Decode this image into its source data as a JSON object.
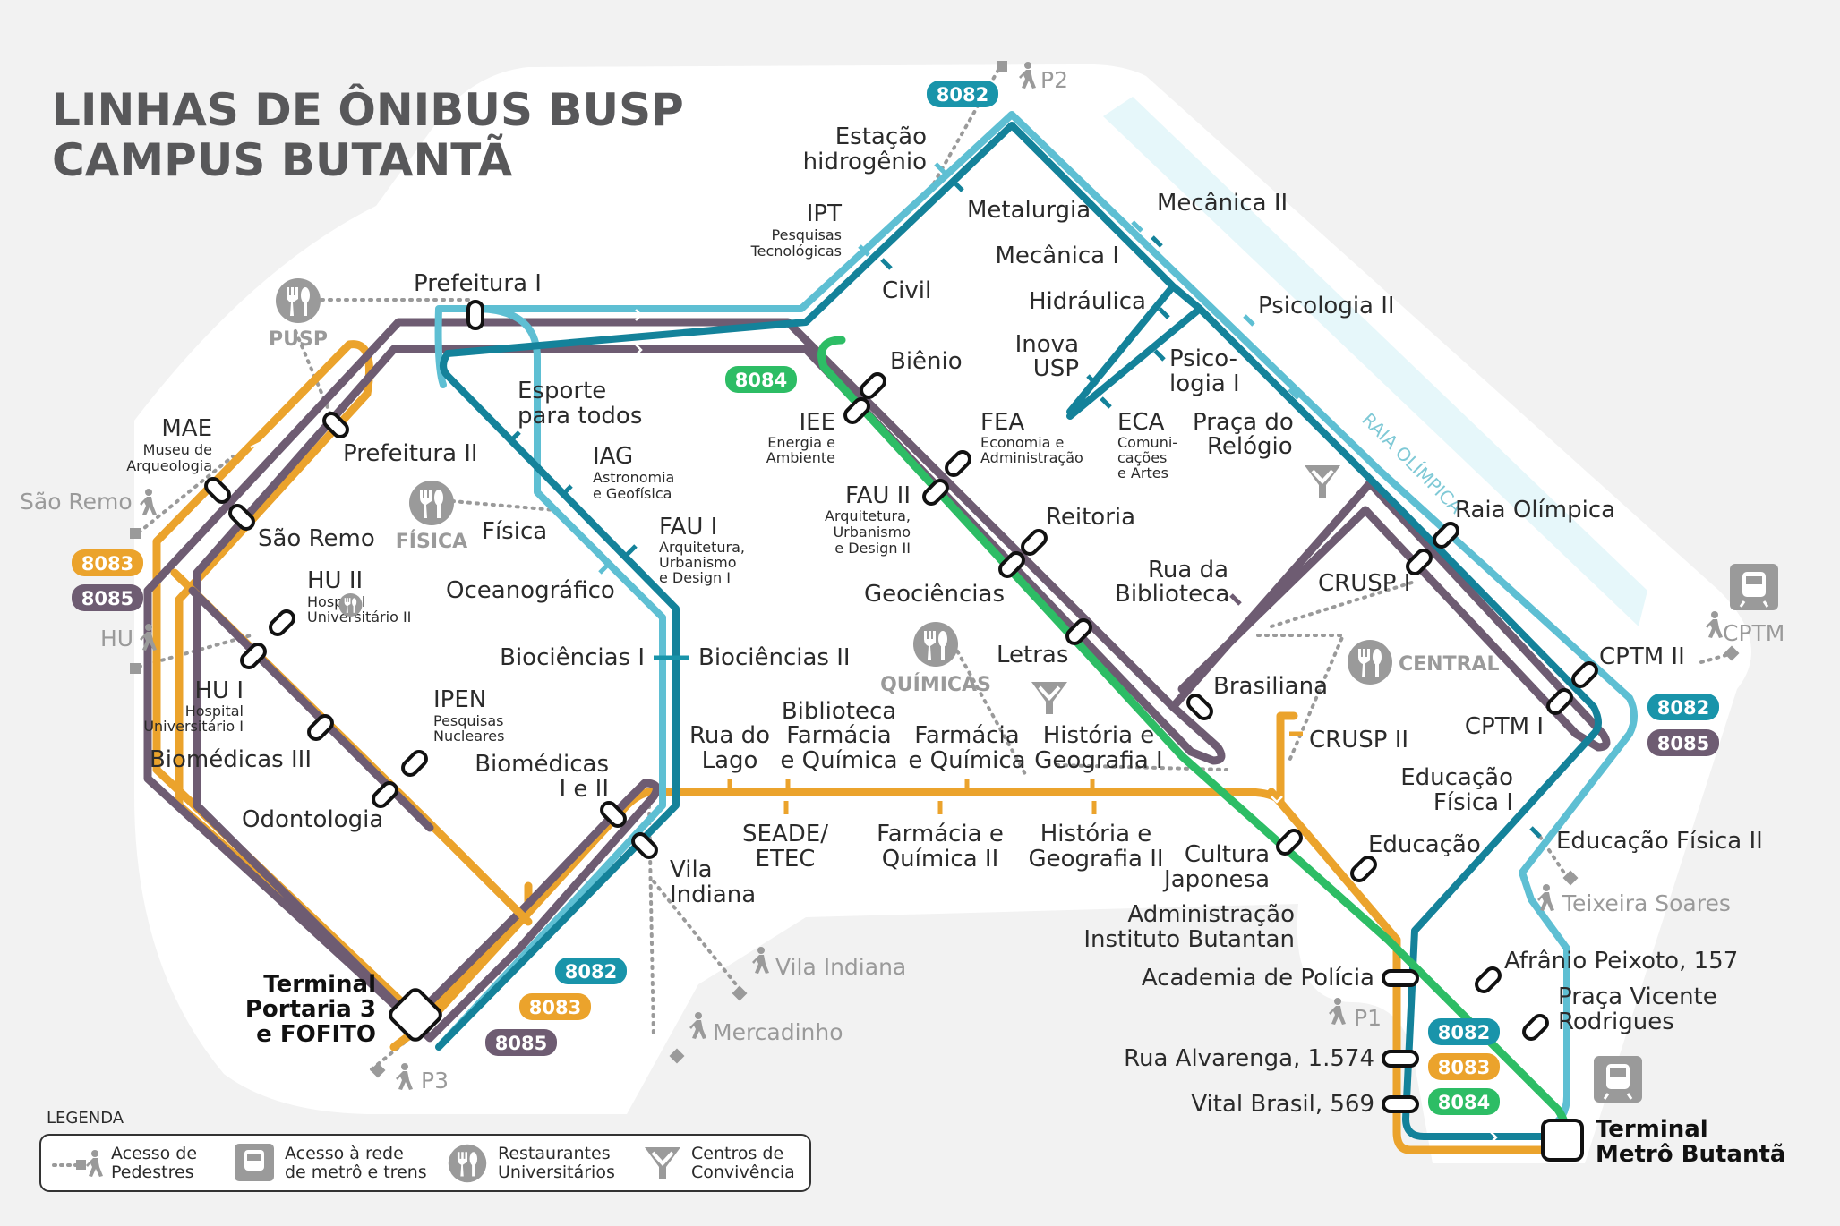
{
  "title": {
    "line1": "LINHAS DE ÔNIBUS BUSP",
    "line2": "CAMPUS BUTANTÃ"
  },
  "colors": {
    "l8082": "#1994aa",
    "l8082_light": "#5ebfd3",
    "l8083": "#eba32c",
    "l8084": "#2dbd65",
    "l8085": "#6e5c72",
    "dark_blue": "#14829a",
    "gray": "#9a9a9a"
  },
  "lines": [
    {
      "id": "8082",
      "color": "#1994aa"
    },
    {
      "id": "8083",
      "color": "#eba32c"
    },
    {
      "id": "8084",
      "color": "#2dbd65"
    },
    {
      "id": "8085",
      "color": "#6e5c72"
    }
  ],
  "stations": {
    "estacao_hidrogenio": {
      "name": "Estação hidrogênio"
    },
    "metalurgia": {
      "name": "Metalurgia"
    },
    "mecanica_ii": {
      "name": "Mecânica II"
    },
    "mecanica_i": {
      "name": "Mecânica I"
    },
    "ipt": {
      "name": "IPT",
      "sub": "Pesquisas Tecnológicas"
    },
    "civil": {
      "name": "Civil"
    },
    "hidraulica": {
      "name": "Hidráulica"
    },
    "psicologia_ii": {
      "name": "Psicologia II"
    },
    "inova_usp": {
      "name": "Inova USP"
    },
    "psicologia_i": {
      "name": "Psicologia I"
    },
    "eca": {
      "name": "ECA",
      "sub": "Comunicações e Artes"
    },
    "praca_relogio": {
      "name": "Praça do Relógio"
    },
    "prefeitura_i": {
      "name": "Prefeitura I"
    },
    "bienio": {
      "name": "Biênio"
    },
    "iee": {
      "name": "IEE",
      "sub": "Energia e Ambiente"
    },
    "fea": {
      "name": "FEA",
      "sub": "Economia e Administração"
    },
    "esporte": {
      "name": "Esporte para todos"
    },
    "iag": {
      "name": "IAG",
      "sub": "Astronomia e Geofísica"
    },
    "mae": {
      "name": "MAE",
      "sub": "Museu de Arqueologia"
    },
    "prefeitura_ii": {
      "name": "Prefeitura II"
    },
    "fau_ii": {
      "name": "FAU II",
      "sub": "Arquitetura, Urbanismo e Design II"
    },
    "reitoria": {
      "name": "Reitoria"
    },
    "fisica": {
      "name": "Física"
    },
    "fau_i": {
      "name": "FAU I",
      "sub": "Arquitetura, Urbanismo e Design I"
    },
    "sao_remo": {
      "name": "São Remo"
    },
    "hu_ii": {
      "name": "HU II",
      "sub": "Hospital Universitário II"
    },
    "oceanografico": {
      "name": "Oceanográfico"
    },
    "geociencias": {
      "name": "Geociências"
    },
    "rua_biblioteca": {
      "name": "Rua da Biblioteca"
    },
    "crusp_i": {
      "name": "CRUSP I"
    },
    "raia_olimpica": {
      "name": "Raia Olímpica"
    },
    "biociencias_i": {
      "name": "Biociências I"
    },
    "biociencias_ii": {
      "name": "Biociências II"
    },
    "letras": {
      "name": "Letras"
    },
    "brasiliana": {
      "name": "Brasiliana"
    },
    "cptm_ii": {
      "name": "CPTM II"
    },
    "hu_i": {
      "name": "HU I",
      "sub": "Hospital Universitário I"
    },
    "ipen": {
      "name": "IPEN",
      "sub": "Pesquisas Nucleares"
    },
    "rua_lago": {
      "name": "Rua do Lago"
    },
    "biblioteca_fq": {
      "name": "Biblioteca Farmácia e Química"
    },
    "farmacia_quimica": {
      "name": "Farmácia e Química"
    },
    "historia_geo_i": {
      "name": "História e Geografia I"
    },
    "crusp_ii": {
      "name": "CRUSP II"
    },
    "cptm_i": {
      "name": "CPTM I"
    },
    "biomedicas_iii": {
      "name": "Biomédicas III"
    },
    "biomedicas_i_ii": {
      "name": "Biomédicas I e II"
    },
    "educacao_fisica_i": {
      "name": "Educação Física I"
    },
    "odontologia": {
      "name": "Odontologia"
    },
    "seade": {
      "name": "SEADE/ ETEC"
    },
    "farmacia_quimica_ii": {
      "name": "Farmácia e Química II"
    },
    "historia_geo_ii": {
      "name": "História e Geografia II"
    },
    "cultura_japonesa": {
      "name": "Cultura Japonesa"
    },
    "educacao": {
      "name": "Educação"
    },
    "educacao_fisica_ii": {
      "name": "Educação Física II"
    },
    "vila_indiana_stop": {
      "name": "Vila Indiana"
    },
    "adm_butantan": {
      "name": "Administração Instituto Butantan"
    },
    "academia_policia": {
      "name": "Academia de Polícia"
    },
    "afranio": {
      "name": "Afrânio Peixoto, 157"
    },
    "praca_vicente": {
      "name": "Praça Vicente Rodrigues"
    },
    "rua_alvarenga": {
      "name": "Rua Alvarenga, 1.574"
    },
    "vital_brasil": {
      "name": "Vital Brasil, 569"
    }
  },
  "terminals": {
    "portaria3": {
      "name": "Terminal Portaria 3 e FOFITO"
    },
    "metro_butanta": {
      "name": "Terminal Metrô Butantã"
    }
  },
  "access_points": {
    "p2": "P2",
    "p1": "P1",
    "p3": "P3",
    "sao_remo": "São Remo",
    "hu": "HU",
    "cptm": "CPTM",
    "teixeira": "Teixeira Soares",
    "vila_indiana": "Vila Indiana",
    "mercadinho": "Mercadinho"
  },
  "restaurants": {
    "pusp": "PUSP",
    "fisica": "FÍSICA",
    "quimicas": "QUÍMICAS",
    "central": "CENTRAL"
  },
  "area_labels": {
    "raia": "RAIA OLÍMPICA"
  },
  "legend": {
    "title": "LEGENDA",
    "items": [
      {
        "label": "Acesso de Pedestres",
        "icon": "pedestrian-access-icon"
      },
      {
        "label": "Acesso à rede de metrô e trens",
        "icon": "train-icon"
      },
      {
        "label": "Restaurantes Universitários",
        "icon": "restaurant-icon"
      },
      {
        "label": "Centros de Convivência",
        "icon": "convivencia-icon"
      }
    ]
  }
}
